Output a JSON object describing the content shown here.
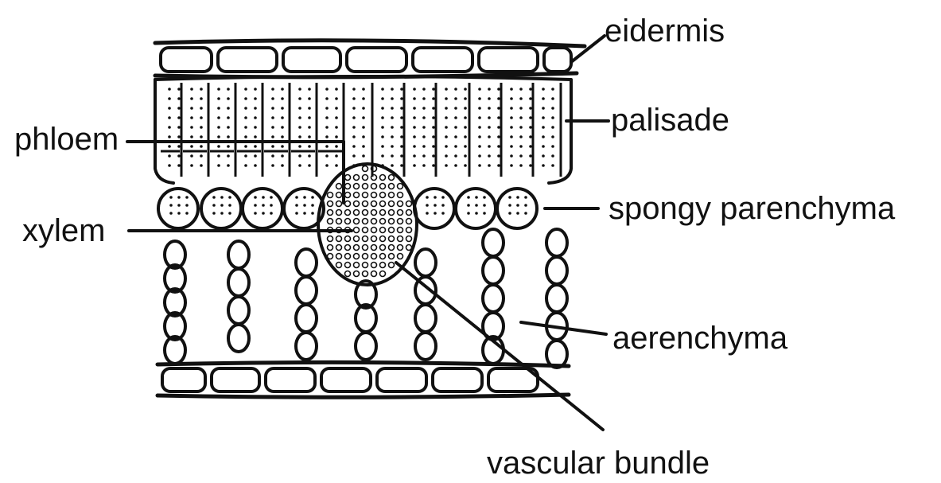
{
  "labels": {
    "epidermis": "eidermis",
    "palisade": "palisade",
    "phloem": "phloem",
    "xylem": "xylem",
    "spongy": "spongy parenchyma",
    "aerenchyma": "aerenchyma",
    "vascular": "vascular bundle"
  },
  "colors": {
    "ink": "#111111",
    "background": "#ffffff"
  }
}
